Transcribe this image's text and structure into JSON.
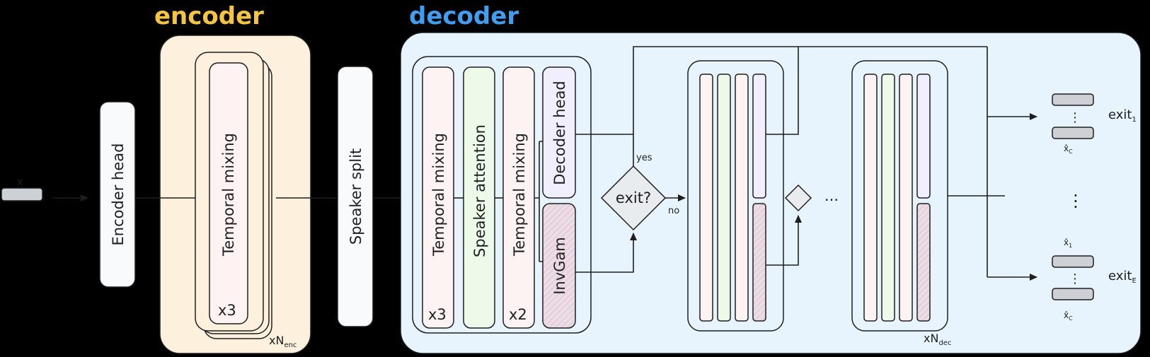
{
  "encoder": {
    "title": "encoder",
    "title_color": "#f5c542",
    "head_label": "Encoder head",
    "block_label": "Temporal mixing",
    "repeat": "x3",
    "stack_label": "xN",
    "stack_sub": "enc"
  },
  "input": {
    "label": "x"
  },
  "speaker_split": {
    "label": "Speaker split"
  },
  "decoder": {
    "title": "decoder",
    "title_color": "#3f9ef0",
    "block1_label": "Temporal mixing",
    "block1_repeat": "x3",
    "block2_label": "Speaker attention",
    "block3_label": "Temporal mixing",
    "block3_repeat": "x2",
    "head_label": "Decoder head",
    "invgam_label": "InvGam",
    "exit_label": "exit?",
    "yes_label": "yes",
    "no_label": "no",
    "ellipsis": "...",
    "stack_label": "xN",
    "stack_sub": "dec"
  },
  "outputs": {
    "exit1_label": "exit",
    "exit1_sub": "1",
    "exit2_label": "exit",
    "exit2_sub": "E",
    "xhat1": "x̂",
    "xhat1_sub": "1",
    "xhatc": "x̂",
    "xhatc_sub": "C",
    "dots": "⋮"
  },
  "colors": {
    "encoder_bg": "#fdf0dd",
    "decoder_bg": "#e8f4fd",
    "pink": "#fdf3f3",
    "green": "#edfaea",
    "lavender": "#f1effd",
    "invgam": "#ecdce4",
    "white": "#f9fafb",
    "gray": "#cdd0d4"
  }
}
